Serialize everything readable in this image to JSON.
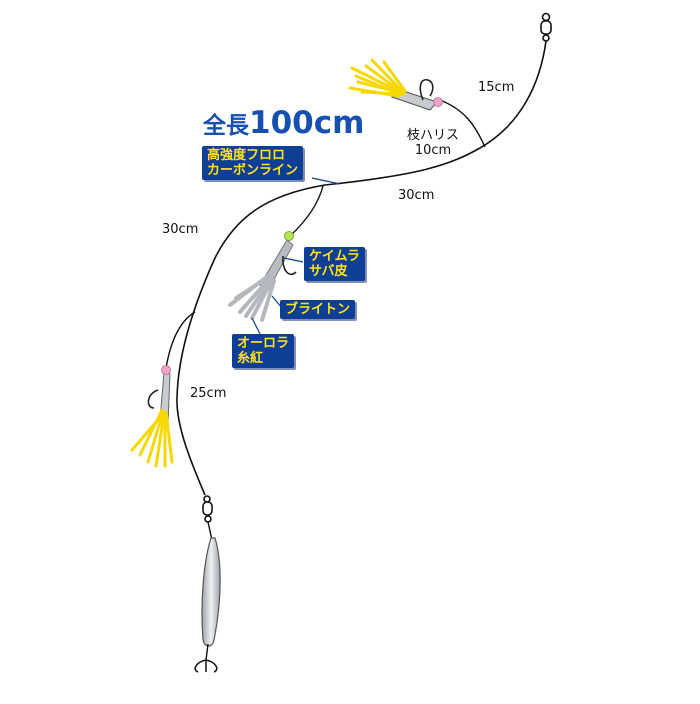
{
  "title": {
    "prefix": "全長",
    "length": "100cm"
  },
  "main_line": {
    "line1": "高強度フロロ",
    "line2": "カーボンライン"
  },
  "measures": {
    "top_segment": "15cm",
    "upper_main": "30cm",
    "mid_main": "30cm",
    "lower_main": "25cm"
  },
  "branch_leader": {
    "name": "枝ハリス",
    "length": "10cm"
  },
  "tags": {
    "keimura_line1": "ケイムラ",
    "keimura_line2": "サバ皮",
    "bright": "ブライトン",
    "aurora_line1": "オーロラ",
    "aurora_line2": "糸紅"
  },
  "colors": {
    "label_bg": "#0f3f95",
    "label_text": "#ffe31a",
    "title_text": "#1650b0",
    "line": "#111111",
    "bead_pink": "#f4a3c8",
    "bead_green": "#b5e54a",
    "skirt_yellow": "#ffe600",
    "skirt_gray": "#b8bcc2",
    "jig_silver": "#d9dde2"
  }
}
